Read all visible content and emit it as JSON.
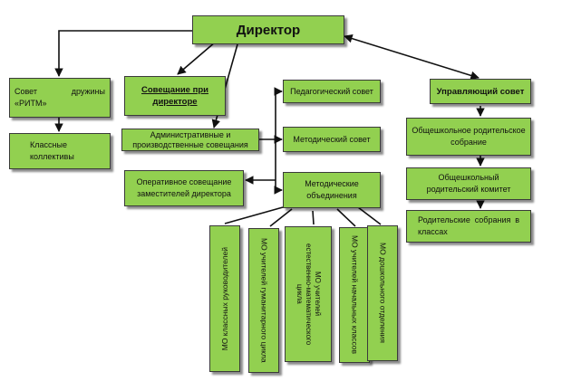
{
  "director": "Директор",
  "left": {
    "council": "Совет дружины «РИТМ»",
    "collectives": "Классные коллективы"
  },
  "meeting": "Совещание при директоре",
  "admin_meetings": "Административные и производственные совещания",
  "operative": "Оперативное совещание заместителей директора",
  "ped_council": "Педагогический совет",
  "method_council": "Методический совет",
  "method_assoc": "Методические объединения",
  "governing": {
    "council": "Управляющий совет",
    "parents_meeting": "Общешкольное родительское собрание",
    "parents_committee": "Общешкольный родительский комитет",
    "class_meetings": "Родительские собрания в классах"
  },
  "mo": [
    "МО классных руководителей",
    "МО учителей гуманитарного цикла",
    "МО учителей\nестественно-математического\nцикла",
    "МО учителей начальных классов",
    "МО дошкольного отделения"
  ]
}
